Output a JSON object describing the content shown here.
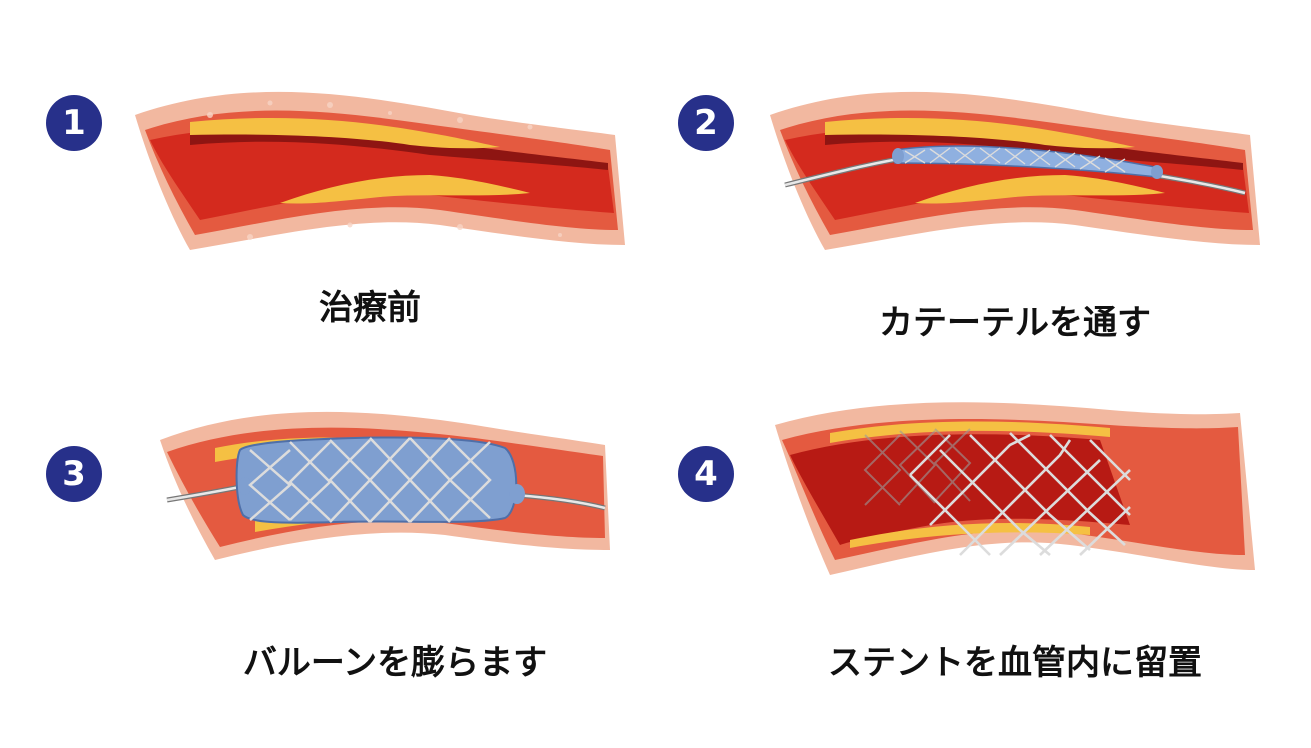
{
  "colors": {
    "badge": "#27308a",
    "vessel_wall": "#f2b8a0",
    "vessel_lumen": "#d42a1e",
    "vessel_dark": "#8e1512",
    "plaque": "#f5c043",
    "catheter": "#d9d9d9",
    "balloon": "#7f9fd0",
    "stent": "#cccccc"
  },
  "steps": [
    {
      "number": "1",
      "label": "治療前",
      "icon": "artery-with-plaque-icon"
    },
    {
      "number": "2",
      "label": "カテーテルを通す",
      "icon": "artery-catheter-icon"
    },
    {
      "number": "3",
      "label": "バルーンを膨らます",
      "icon": "artery-balloon-icon"
    },
    {
      "number": "4",
      "label": "ステントを血管内に留置",
      "icon": "artery-stent-icon"
    }
  ]
}
